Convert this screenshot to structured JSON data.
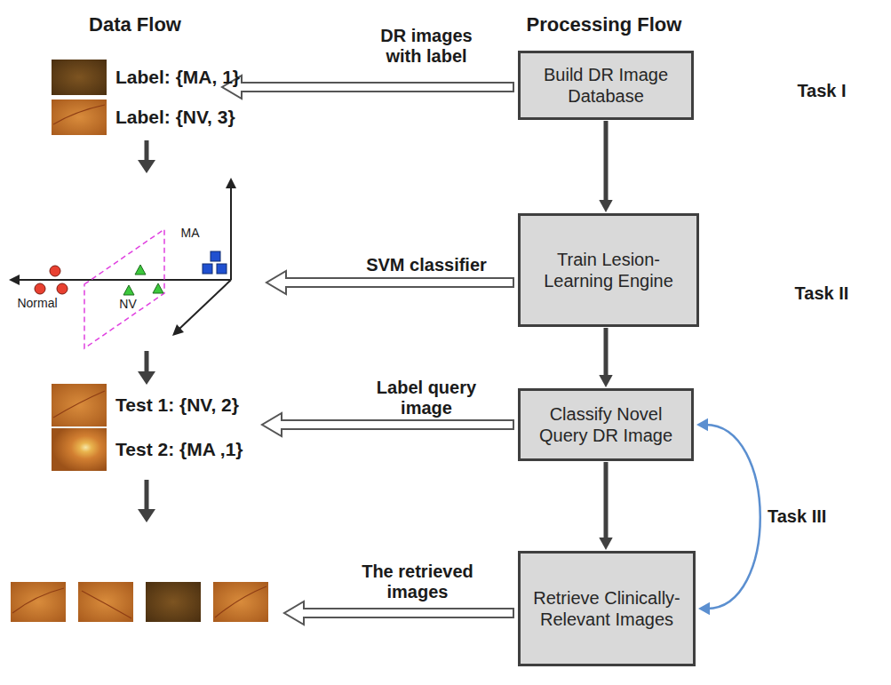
{
  "diagram": {
    "nodes": [
      {
        "text": [
          "Build DR Image Database"
        ]
      },
      {
        "text": [
          "Train Lesion-Learning Engine"
        ]
      },
      {
        "text": [
          "Classify Novel Query DR Image"
        ]
      },
      {
        "text": [
          "Retrieve Clinically-Relevant Images"
        ]
      }
    ],
    "edges": [
      {
        "from": 0,
        "to": 1,
        "arrow": "to"
      },
      {
        "from": 1,
        "to": 2,
        "arrow": "to"
      },
      {
        "from": 2,
        "to": 3,
        "arrow": "to"
      },
      {
        "from": 2,
        "to": 3,
        "arrow": "both",
        "label": "Task III"
      }
    ],
    "labels": [
      "Data Flow",
      "Processing Flow",
      "Label: {MA, 1}",
      "Label: {NV, 3}",
      "DR images with label",
      "Task I",
      "MA",
      "Normal",
      "NV",
      "SVM classifier",
      "Task II",
      "Test 1: {NV, 2}",
      "Test 2: {MA ,1}",
      "Label query image",
      "The retrieved images"
    ]
  }
}
